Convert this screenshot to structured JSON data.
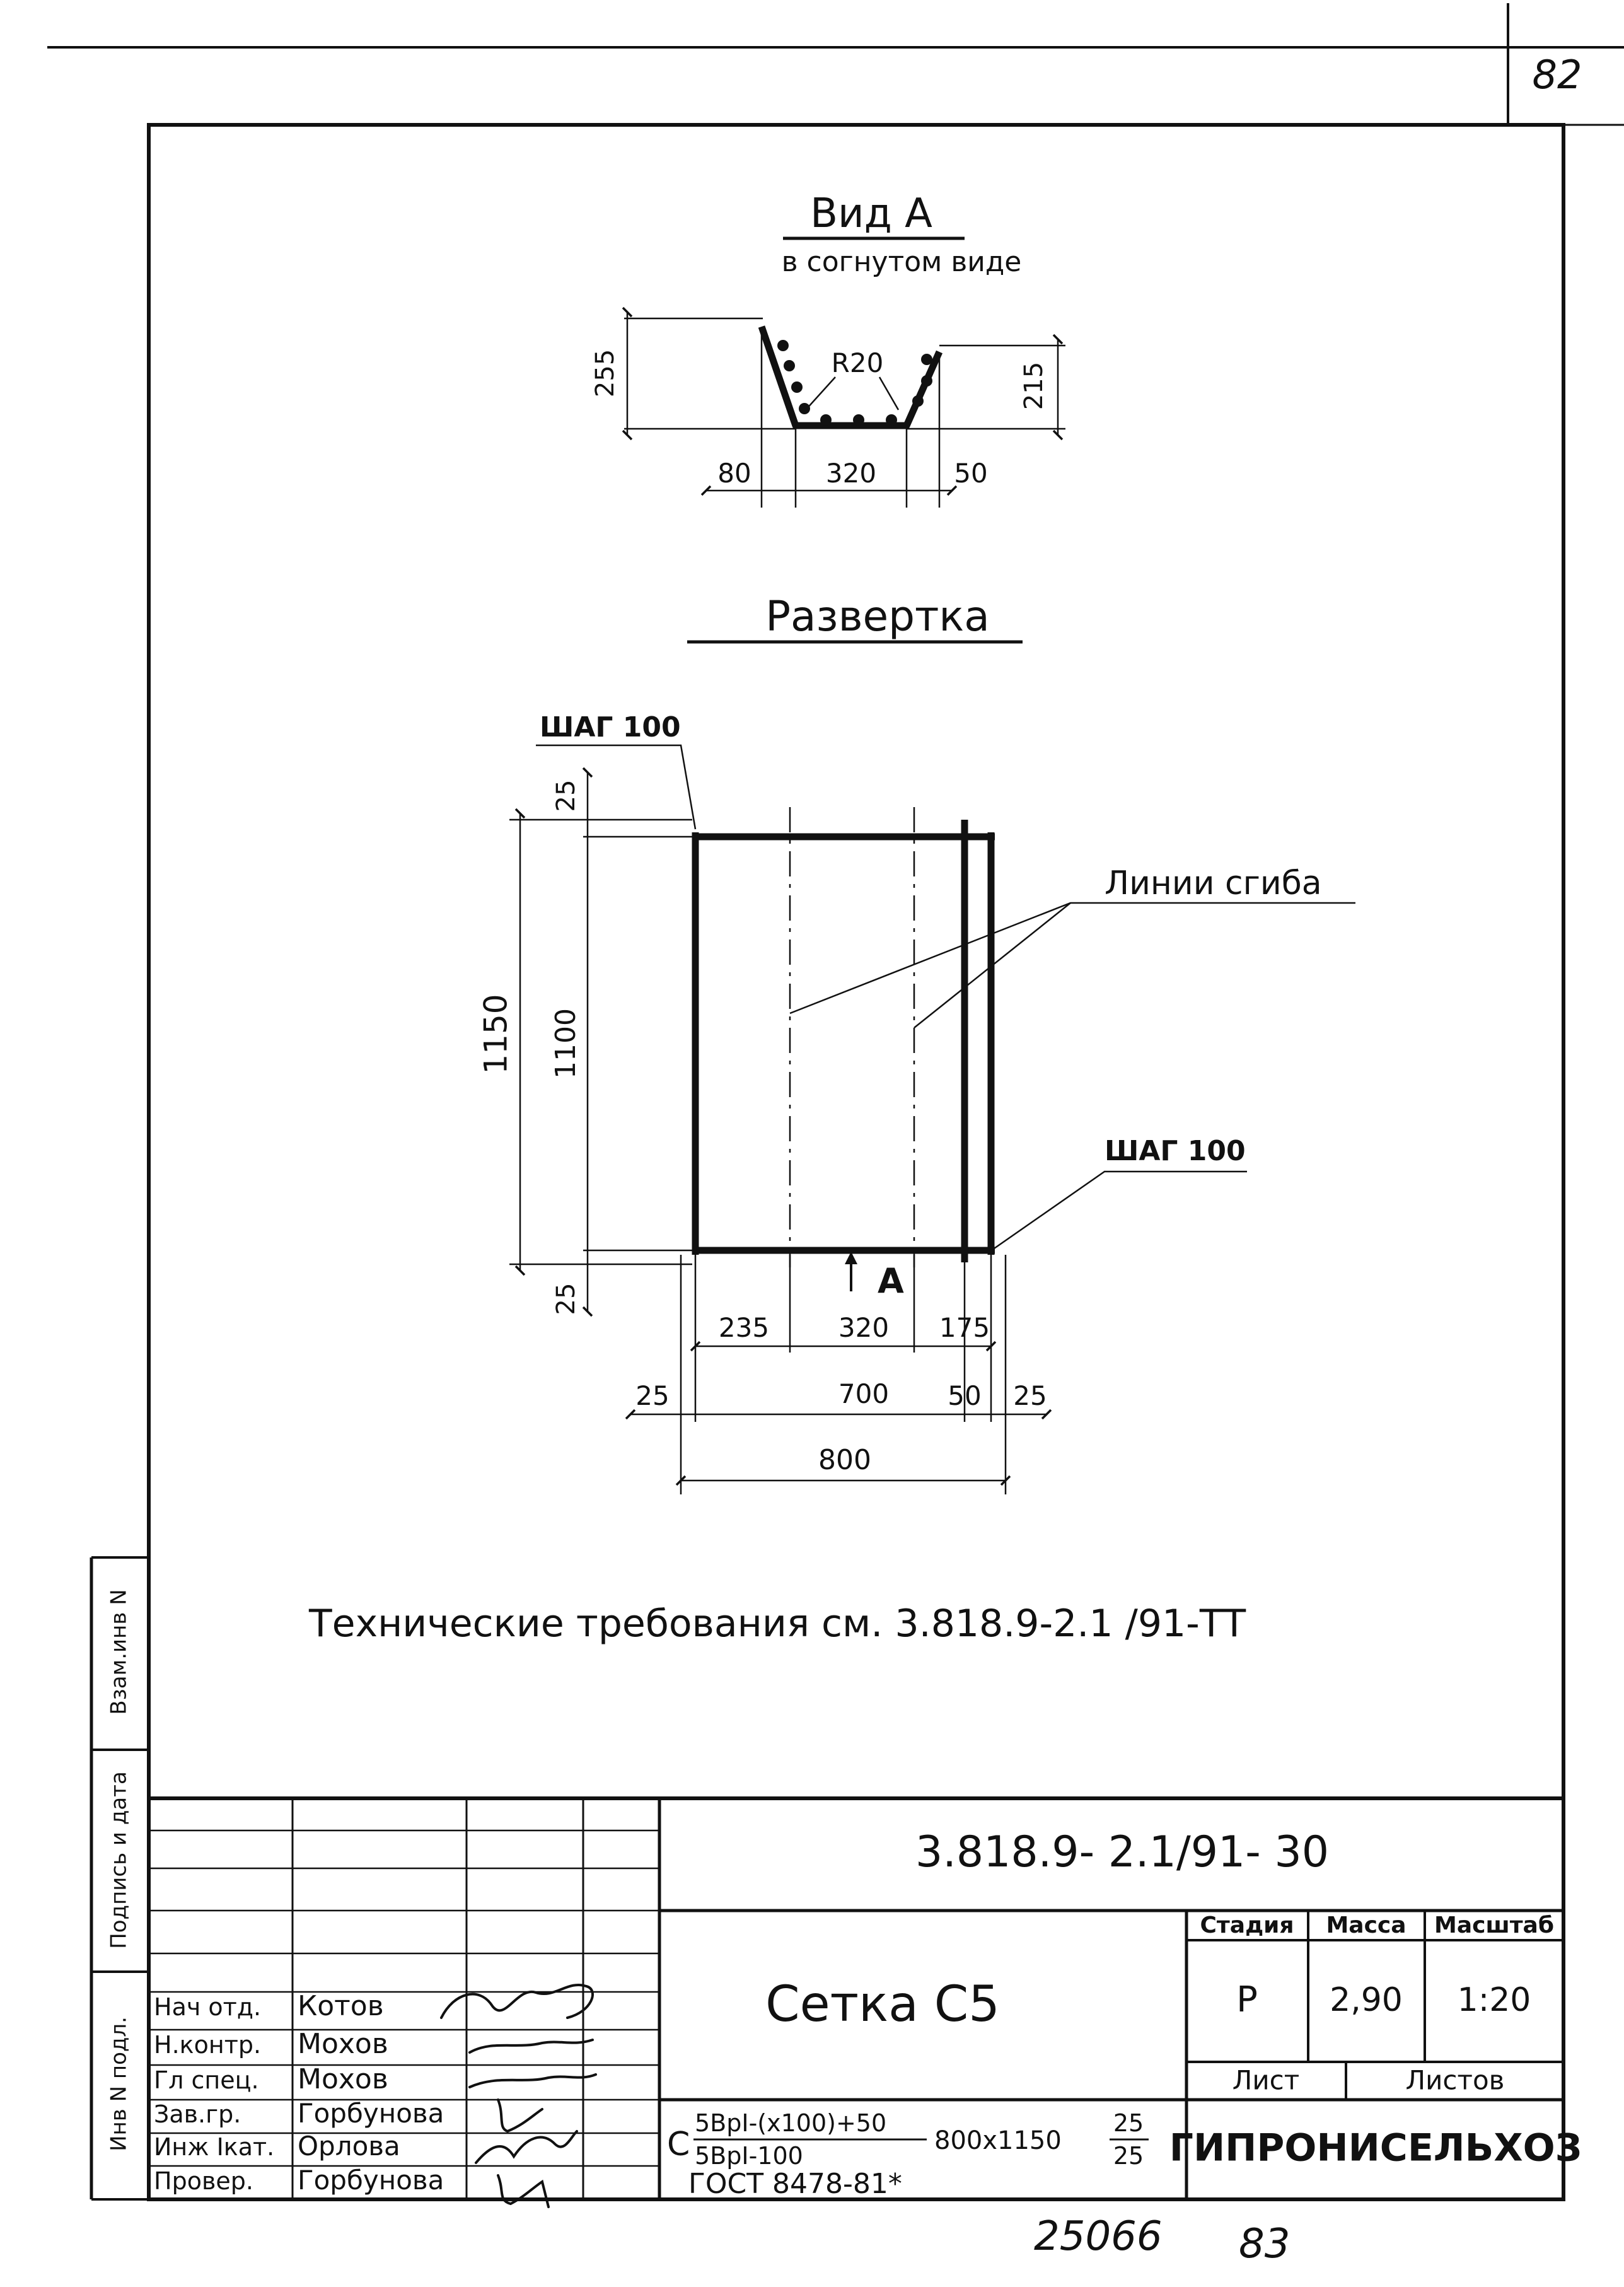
{
  "page_number": "82",
  "view_a": {
    "title": "Вид А",
    "subtitle": "в согнутом виде",
    "radius": "R20",
    "dims": {
      "left_height": "255",
      "right_height": "215",
      "left_w": "80",
      "mid_w": "320",
      "right_w": "50"
    }
  },
  "unfold": {
    "title": "Развертка",
    "step_top": "ШАГ 100",
    "step_bottom": "ШАГ 100",
    "fold_lines": "Линии сгиба",
    "view_marker": "А",
    "dims": {
      "top_25": "25",
      "h_1150": "1150",
      "h_1100": "1100",
      "bottom_25": "25",
      "d235": "235",
      "d320": "320",
      "d175": "175",
      "d25_left": "25",
      "d700": "700",
      "d50": "50",
      "d25_right": "25",
      "d800": "800"
    }
  },
  "tech_req": "Технические требования см. 3.818.9-2.1 /91-ТТ",
  "side_stamps": [
    "Взам.инв N",
    "Подпись и дата",
    "Инв N подл."
  ],
  "title_block": {
    "doc_code": "3.818.9- 2.1/91- 30",
    "name": "Сетка С5",
    "headers": {
      "stage": "Стадия",
      "mass": "Масса",
      "scale": "Масштаб",
      "sheet": "Лист",
      "sheets": "Листов"
    },
    "values": {
      "stage": "Р",
      "mass": "2,90",
      "scale": "1:20"
    },
    "org": "ГИПРОНИСЕЛЬХОЗ",
    "roles": [
      {
        "role": "Нач отд.",
        "name": "Котов"
      },
      {
        "role": "Н.контр.",
        "name": "Мохов"
      },
      {
        "role": "Гл спец.",
        "name": "Мохов"
      },
      {
        "role": "Зав.гр.",
        "name": "Горбунова"
      },
      {
        "role": "Инж Iкат.",
        "name": "Орлова"
      },
      {
        "role": "Провер.",
        "name": "Горбунова"
      }
    ],
    "spec": {
      "prefix": "С",
      "numerator": "5ВрI-(x100)+50",
      "denominator": "5ВрI-100",
      "size": "800x1150",
      "frac_num": "25",
      "frac_den": "25",
      "standard": "ГОСТ 8478-81*"
    }
  },
  "footer": {
    "archive_no": "25066",
    "page": "83"
  }
}
